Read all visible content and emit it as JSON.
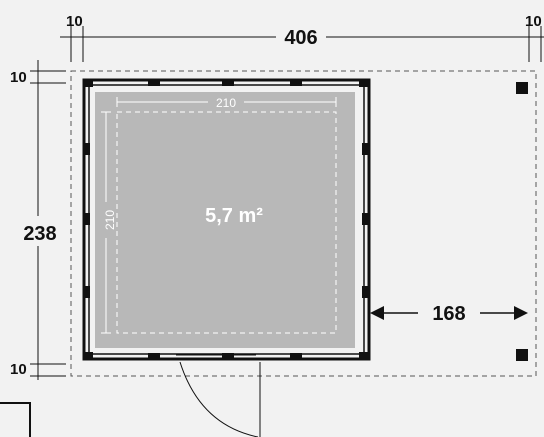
{
  "dimensions": {
    "top_left_margin": "10",
    "top_total_width": "406",
    "top_right_margin": "10",
    "left_top_margin": "10",
    "left_total_depth": "238",
    "left_bottom_margin": "10",
    "side_clearance": "168"
  },
  "floor": {
    "area_label": "5,7 m²",
    "inner_width": "210",
    "inner_depth": "210"
  },
  "colors": {
    "background": "#f2f2f2",
    "floor": "#b8b8b8",
    "frame": "#111111",
    "dashed_line": "#555555",
    "inner_dashed": "#ffffff"
  }
}
